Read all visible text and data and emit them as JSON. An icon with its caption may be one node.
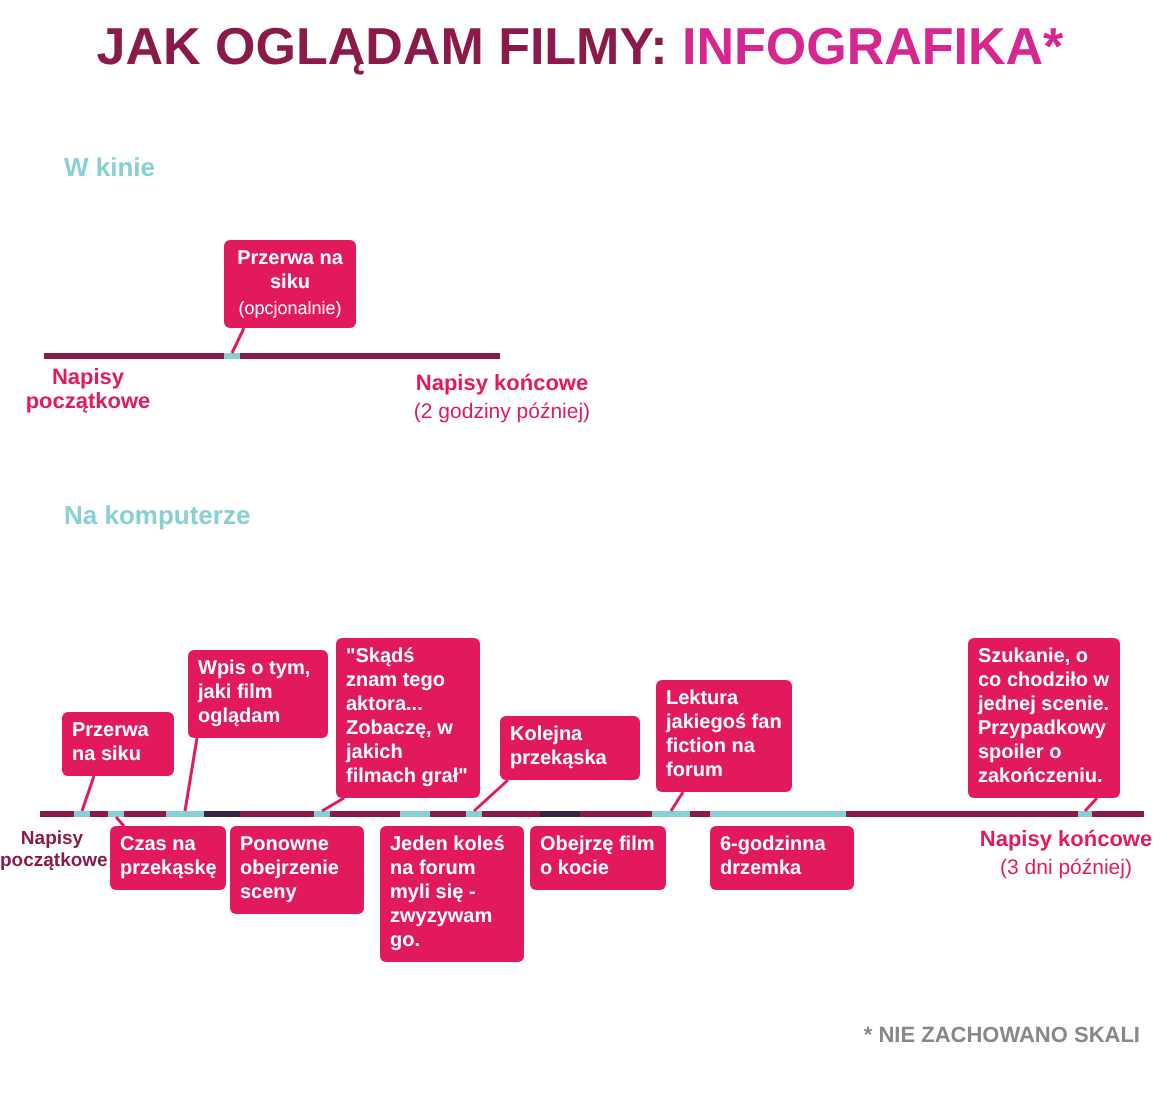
{
  "diagram": {
    "title": "JAK OGLĄDAM FILMY: INFOGRAFIKA*",
    "caption": "* NIE ZACHOWANO SKALI",
    "nodes": [
      {
        "text": [
          "Przerwa na siku",
          "(opcjonalnie)"
        ]
      },
      {
        "text": [
          "Przerwa na siku"
        ]
      },
      {
        "text": [
          "Wpis o tym, jaki film oglądam"
        ]
      },
      {
        "text": [
          "\"Skądś znam tego aktora... Zobaczę, w jakich filmach grał\""
        ]
      },
      {
        "text": [
          "Kolejna przekąska"
        ]
      },
      {
        "text": [
          "Lektura jakiegoś fan fiction na forum"
        ]
      },
      {
        "text": [
          "Szukanie, o co chodziło w jednej scenie. Przypadkowy spoiler o zakończeniu."
        ]
      },
      {
        "text": [
          "Czas na przekąskę"
        ]
      },
      {
        "text": [
          "Ponowne obejrzenie sceny"
        ]
      },
      {
        "text": [
          "Jeden koleś na forum myli się - zwyzywam go."
        ]
      },
      {
        "text": [
          "Obejrzę film o kocie"
        ]
      },
      {
        "text": [
          "6-godzinna drzemka"
        ]
      },
      {
        "text": [],
        "shape": "bar"
      },
      {
        "text": [],
        "shape": "bar"
      },
      {
        "text": [],
        "shape": "bar"
      },
      {
        "text": [],
        "shape": "bar"
      },
      {
        "text": [],
        "shape": "bar"
      },
      {
        "text": [],
        "shape": "bar"
      },
      {
        "text": [],
        "shape": "bar"
      },
      {
        "text": [],
        "shape": "bar"
      }
    ],
    "edges": [
      {
        "from": 0,
        "to": 12,
        "arrow": "none"
      },
      {
        "from": 1,
        "to": 13,
        "arrow": "none"
      },
      {
        "from": 2,
        "to": 15,
        "arrow": "none"
      },
      {
        "from": 3,
        "to": 16,
        "arrow": "none"
      },
      {
        "from": 4,
        "to": 17,
        "arrow": "none"
      },
      {
        "from": 5,
        "to": 18,
        "arrow": "none"
      },
      {
        "from": 6,
        "to": 19,
        "arrow": "none"
      },
      {
        "from": 7,
        "to": 14,
        "arrow": "none"
      }
    ],
    "labels": [
      "W kinie",
      "Napisy początkowe",
      "Napisy końcowe",
      "(2 godziny później)",
      "Na komputerze",
      "Napisy początkowe",
      "Napisy końcowe",
      "(3 dni później)"
    ]
  }
}
